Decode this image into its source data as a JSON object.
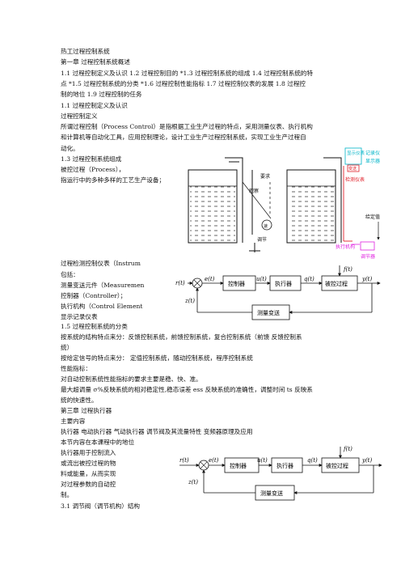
{
  "lines": {
    "l1": "热工过程控制系统",
    "l2": "第一章 过程控制系统概述",
    "l3": "1.1 过程控制定义及认识  1.2 过程控制目的  *1.3 过程控制系统的组成  1.4 过程控制系统的特",
    "l4": "点  *1.5 过程控制系统的分类  *1.6 过程控制性能指标  1.7  过程控制仪表的发展  1.8  过程控",
    "l5": "制的地位  1.9  过程控制的任务",
    "l6": "1.1 过程控制定义及认识",
    "l7": "过程控制定义",
    "l8": "所谓过程控制（Process  Control）是指根据工业生产过程的特点，采用测量仪表、执行机构",
    "l9": "和计算机等自动化工具，应用控制理论，设计工业生产过程控制系统，实现工业生产过程自",
    "l10": "动化。",
    "l11": "1.3  过程控制系统组成",
    "l12": "被控过程（Process），",
    "l13": "指运行中的多种多样的工艺生产设备；",
    "l14": "过程检测控制仪表（Instrum",
    "l15": "包括：",
    "l16": "测量变送元件（Measuremen",
    "l17": "控制器（Controller）；",
    "l18": "执行机构（Control Element",
    "l19": "显示记录仪表",
    "l20": "1.5  过程控制系统的分类",
    "l21": "按系统的结构特点来分：反馈控制系统，前馈控制系统，复合控制系统（前馈 反馈控制系",
    "l22": "统）",
    "l23": "按给定信号的特点来分：  定值控制系统，随动控制系统，程序控制系统",
    "l24": "性能指标：",
    "l25": "对自动控制系统性能指标的要求主要是稳、快、准。",
    "l26": "最大超调量 σ%反映系统的相对稳定性,稳态误差 ess 反映系统的准确性，调整时间 ts 反映系",
    "l27": "统的快速性。",
    "l28": "第三章 过程执行器",
    "l29": "主要内容",
    "l30": "执行器  电动执行器  气动执行器  调节阀及其流量特性  变频器原理及应用",
    "l31": "本节内容在本课程中的地位",
    "l32": "执行器用于控制流入",
    "l33": "或流出被控过程的物",
    "l34": "料或能量，从而实现",
    "l35": "对过程参数的自动控",
    "l36": "制。",
    "l37": "3.1  调节阀（调节机构）结构"
  },
  "tank": {
    "yaoqiu": "要求",
    "guancha": "观察",
    "sudu": "速",
    "tiaojie": "调节",
    "xianshi_yibiao": "显示仪表",
    "jilu_yi": "记录仪",
    "xianshi_qi": "显示器",
    "bianhua": "变送",
    "jiance_yibiao": "检测仪表",
    "geiding_zhi": "给定值",
    "zhixing_jigou": "执行机构",
    "tiaojie_qi": "调节器"
  },
  "block1": {
    "r": "r(t)",
    "e": "e(t)",
    "u": "u(t)",
    "q": "q(t)",
    "y": "y(t)",
    "f": "f(t)",
    "z": "z(t)",
    "controller": "控制器",
    "actuator": "执行器",
    "process": "被控过程",
    "transmitter": "测量变送"
  },
  "block2": {
    "r": "r(t)",
    "e": "e(t)",
    "u": "u(t)",
    "q": "q(t)",
    "y": "y(t)",
    "f": "f(t)",
    "z": "z(t)",
    "controller": "控制器",
    "actuator": "执行器",
    "process": "被控过程",
    "transmitter": "测量变送"
  },
  "colors": {
    "cyan": "#00b4c8",
    "red": "#e0202a",
    "magenta": "#e020e0"
  }
}
